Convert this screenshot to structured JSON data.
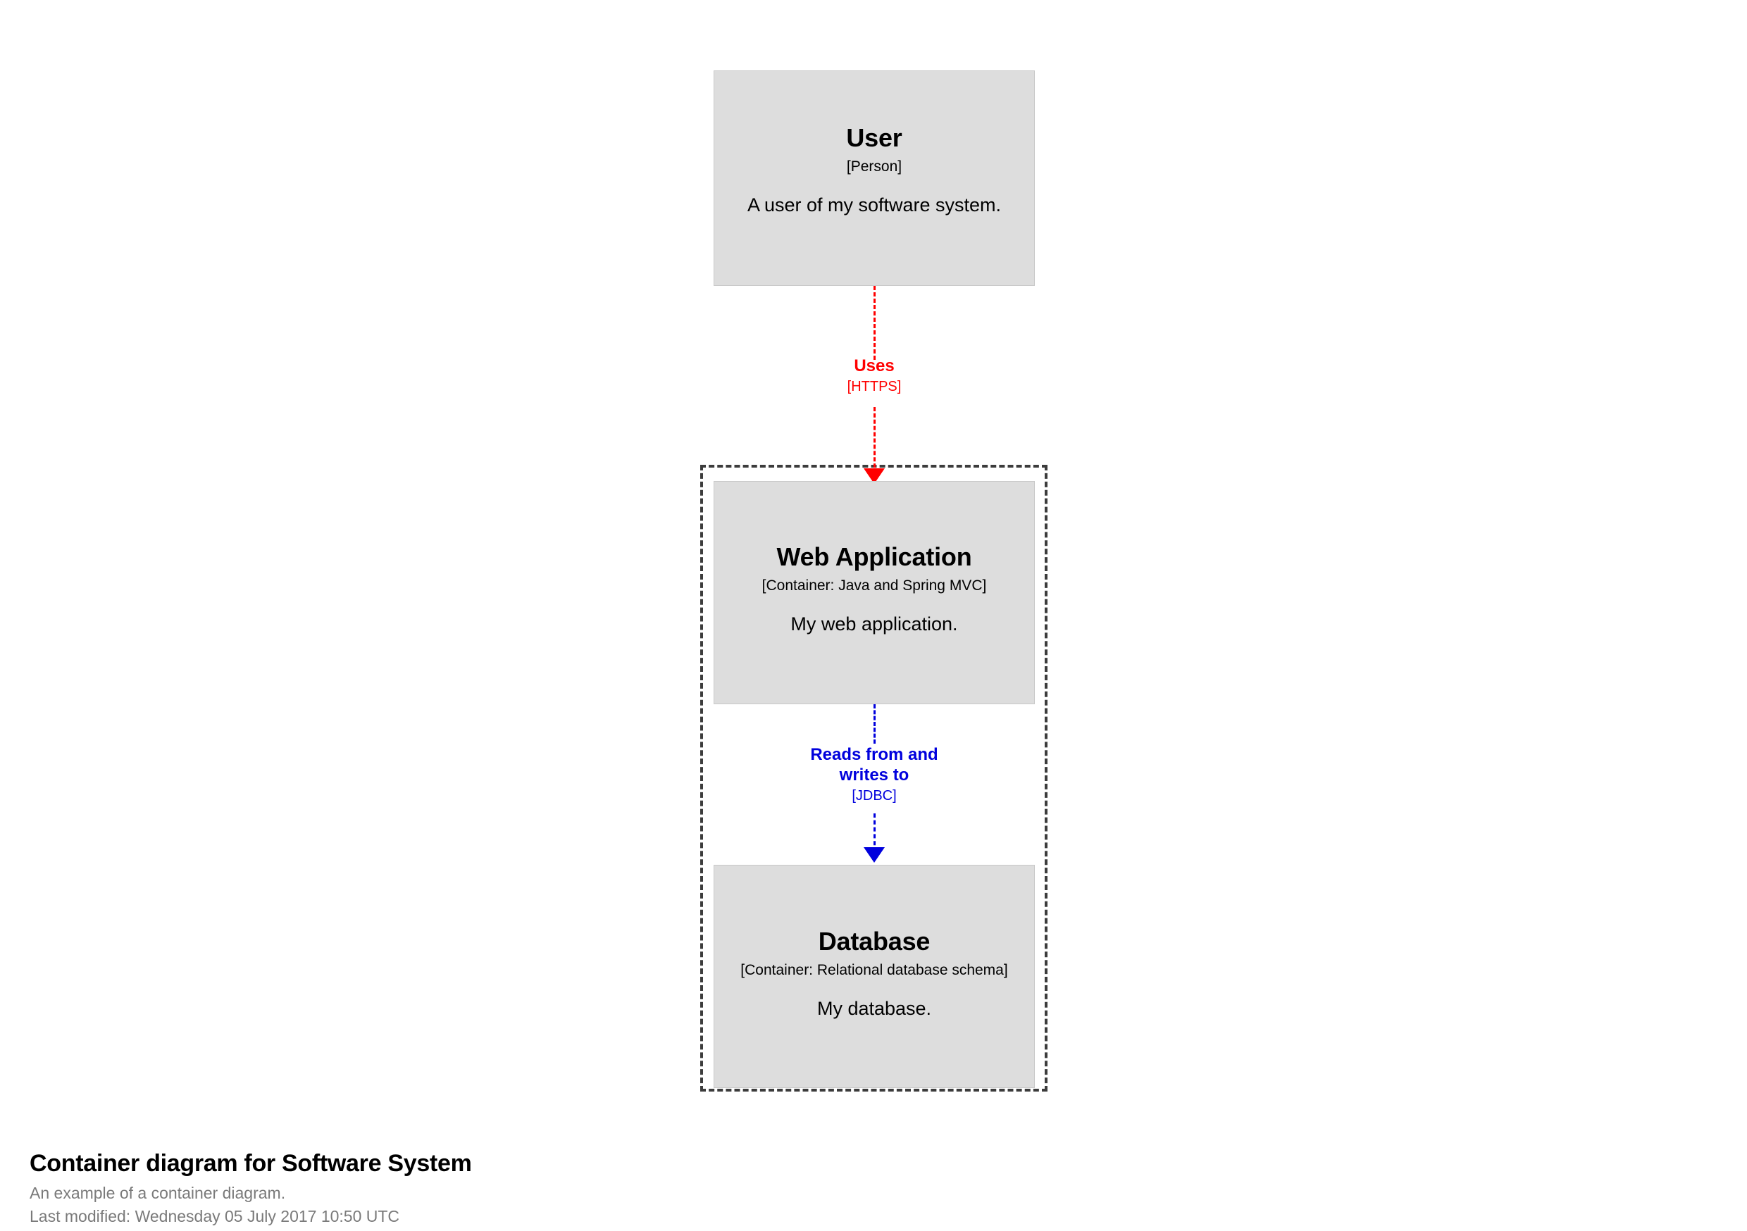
{
  "diagram": {
    "nodes": [
      {
        "id": "user",
        "name": "User",
        "tech": "[Person]",
        "description": "A user of my software system.",
        "fill": "#dddddd",
        "stroke": "#c8c8c8"
      },
      {
        "id": "webapp",
        "name": "Web Application",
        "tech": "[Container: Java and Spring MVC]",
        "description": "My web application.",
        "fill": "#dddddd",
        "stroke": "#c8c8c8"
      },
      {
        "id": "database",
        "name": "Database",
        "tech": "[Container: Relational database schema]",
        "description": "My database.",
        "fill": "#dddddd",
        "stroke": "#c8c8c8"
      }
    ],
    "boundary": {
      "style": "dashed",
      "stroke": "#3c3c3c"
    },
    "relationships": [
      {
        "id": "uses",
        "source": "user",
        "target": "webapp",
        "description": "Uses",
        "technology": "[HTTPS]",
        "color": "#ff0000",
        "style": "dashed"
      },
      {
        "id": "reads-writes",
        "source": "webapp",
        "target": "database",
        "description_line1": "Reads from and",
        "description_line2": "writes to",
        "technology": "[JDBC]",
        "color": "#0000dd",
        "style": "dashed"
      }
    ]
  },
  "caption": {
    "title": "Container diagram for Software System",
    "description": "An example of a container diagram.",
    "last_modified": "Last modified: Wednesday 05 July 2017 10:50 UTC"
  }
}
